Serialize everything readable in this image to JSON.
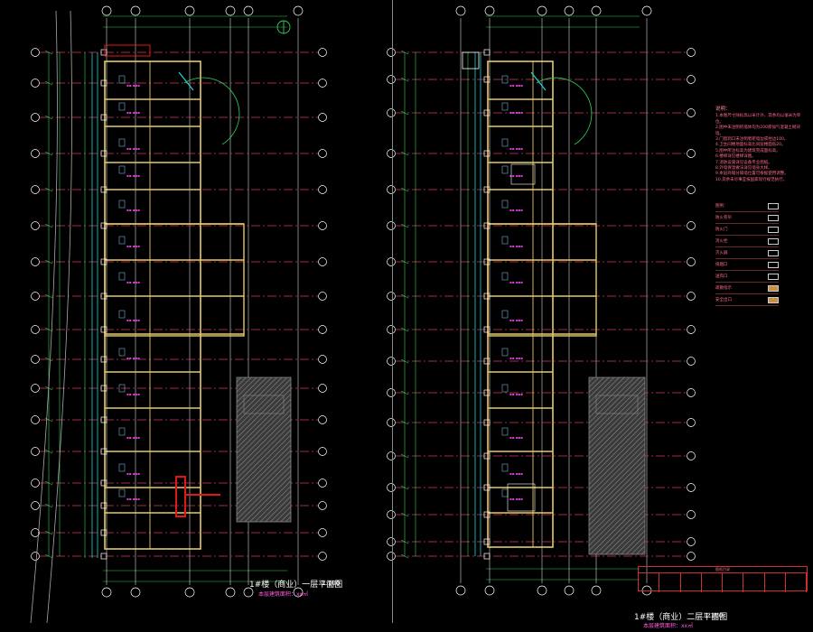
{
  "drawing": {
    "left_title": "1#楼（商业）一层平面图",
    "left_scale": "1:100",
    "left_subtitle": "本层建筑面积：xx㎡",
    "right_title": "1#楼（商业）二层平面图",
    "right_scale": "1:100",
    "right_subtitle": "本层建筑面积：xx㎡"
  },
  "notes": {
    "title": "说明：",
    "lines": [
      "1.本图尺寸除标高以米计外，其余均以毫米为单位。",
      "2.图中未注明的墙体均为200厚加气混凝土砌块墙。",
      "3.门窗洞口未注明者距墙边或柱边100。",
      "4.卫生间楼地面标高比同层楼面低20。",
      "5.图中所注标高为建筑完成面标高。",
      "6.楼梯详见楼梯详图。",
      "7.消防设施详见设备专业图纸。",
      "8.外墙保温做法详见墙身大样。",
      "9.本层商铺分隔墙位置可根据使用调整。",
      "10.其余未尽事宜按国家现行规范执行。"
    ]
  },
  "legend": {
    "title": "图例：",
    "items": [
      "防火卷帘",
      "防火门",
      "消火栓",
      "灭火器",
      "排烟口",
      "送风口",
      "疏散指示",
      "安全出口"
    ]
  },
  "title_block": {
    "label": "图纸目录"
  },
  "colors": {
    "wall": "#e6c96a",
    "grid_line": "#d43c5c",
    "axis_line": "#2fd35a",
    "room_text": "#e040e0",
    "room_inner": "#8fd0ff",
    "cyan": "#19d8d8",
    "hatch": "#5e5e5e",
    "white": "#ffffff"
  }
}
